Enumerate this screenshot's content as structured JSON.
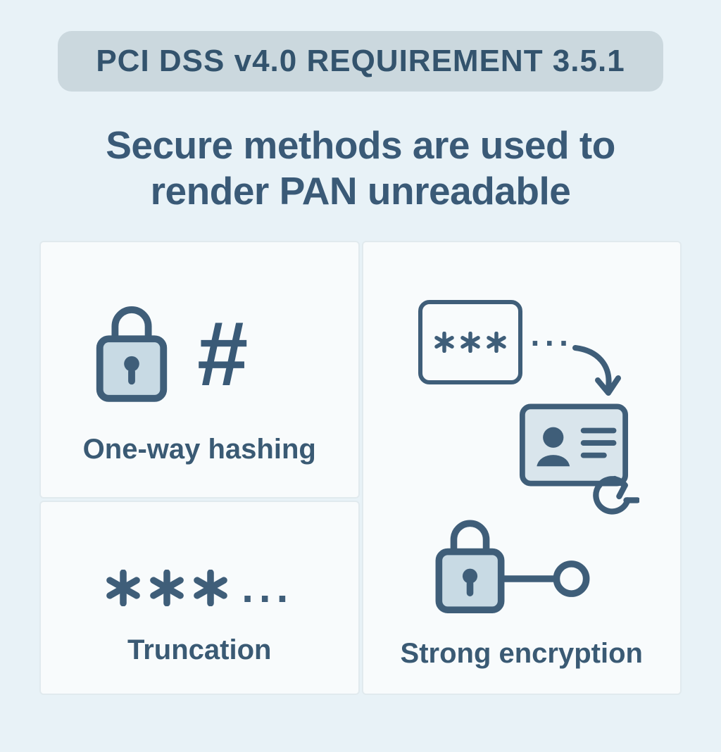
{
  "badge": {
    "text": "PCI DSS v4.0 REQUIREMENT 3.5.1"
  },
  "title": {
    "line1": "Secure methods are used to",
    "line2": "render PAN unreadable",
    "full": "Secure methods are used to render PAN unreadable"
  },
  "cards": {
    "hashing": {
      "label": "One-way hashing",
      "hash_symbol": "#",
      "icon": "padlock-icon"
    },
    "truncation": {
      "label": "Truncation",
      "masked_value": "✱✱✱",
      "ellipsis": "..."
    },
    "encryption": {
      "label": "Strong encryption",
      "masked_pan": "✱✱✱",
      "ellipsis": "···",
      "icons": [
        "masked-pan-box",
        "curved-down-arrow-icon",
        "id-card-icon",
        "refresh-arrow-icon",
        "padlock-key-icon"
      ]
    }
  },
  "colors": {
    "page_bg": "#e8f2f7",
    "badge_bg": "#cbd8de",
    "heading_text": "#33536d",
    "title_text": "#3a5a77",
    "label_text": "#3a5a74",
    "card_bg": "#f8fbfc",
    "card_border": "#e1eaee",
    "icon_stroke": "#3f5e79",
    "icon_fill": "#c8dae4",
    "icon_fill_light": "#d9e5ec"
  }
}
